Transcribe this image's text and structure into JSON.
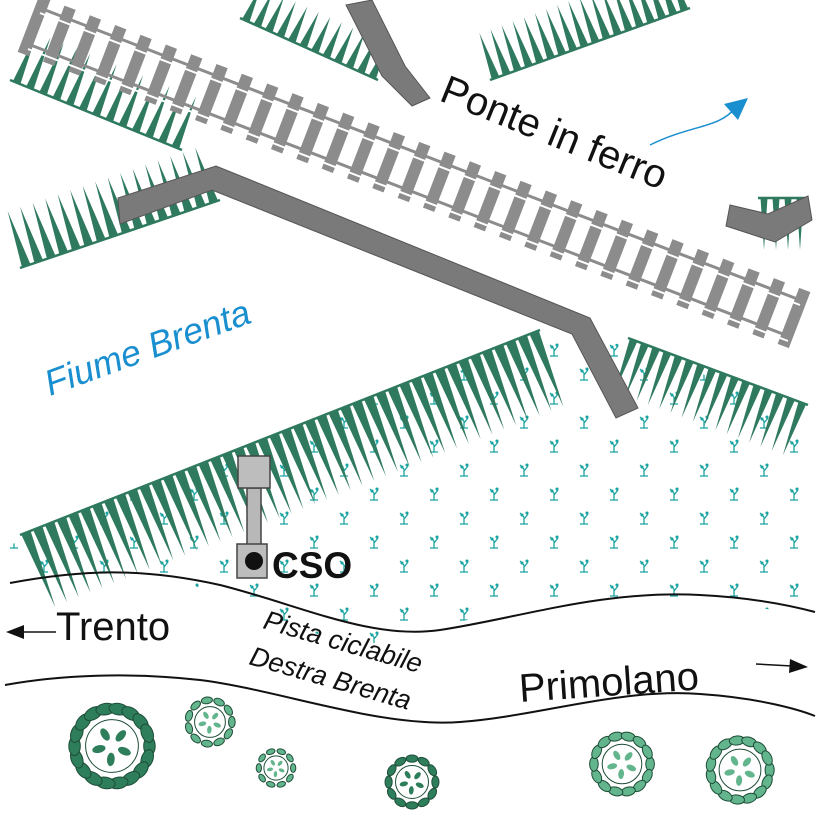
{
  "labels": {
    "bridge": "Ponte in ferro",
    "river": "Fiume Brenta",
    "cso": "CSO",
    "trento": "Trento",
    "primolano": "Primolano",
    "bike_path_line1": "Pista ciclabile",
    "bike_path_line2": "Destra Brenta"
  },
  "colors": {
    "rail": "#8c8c8c",
    "bridge": "#7a7a7a",
    "bank_hatch": "#2f7a5e",
    "water_symbol": "#1aa3a0",
    "river_label": "#1a8fd0",
    "flow_arrow": "#1a8fd0",
    "bush_dark": "#2e7d5b",
    "bush_light": "#63b58e",
    "text": "#111111"
  },
  "icons": {
    "flow": "flow-direction-arrow-icon",
    "cso": "cso-outfall-icon",
    "direction_left": "arrow-left-icon",
    "direction_right": "arrow-right-icon"
  }
}
